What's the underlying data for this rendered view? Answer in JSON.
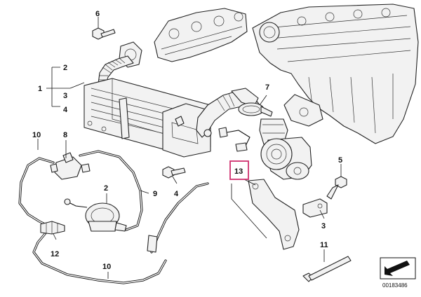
{
  "callouts": {
    "c6": "6",
    "c2a": "2",
    "c1": "1",
    "c3a": "3",
    "c4a": "4",
    "c7": "7",
    "c10a": "10",
    "c8": "8",
    "c13": "13",
    "c5": "5",
    "c2b": "2",
    "c9": "9",
    "c4b": "4",
    "c3b": "3",
    "c12": "12",
    "c11": "11",
    "c10b": "10"
  },
  "document_number": "00183486",
  "colors": {
    "highlight_box": "#d0306e",
    "line": "#222222",
    "background": "#ffffff"
  },
  "icons": {
    "corner_badge": "arrow-icon"
  }
}
